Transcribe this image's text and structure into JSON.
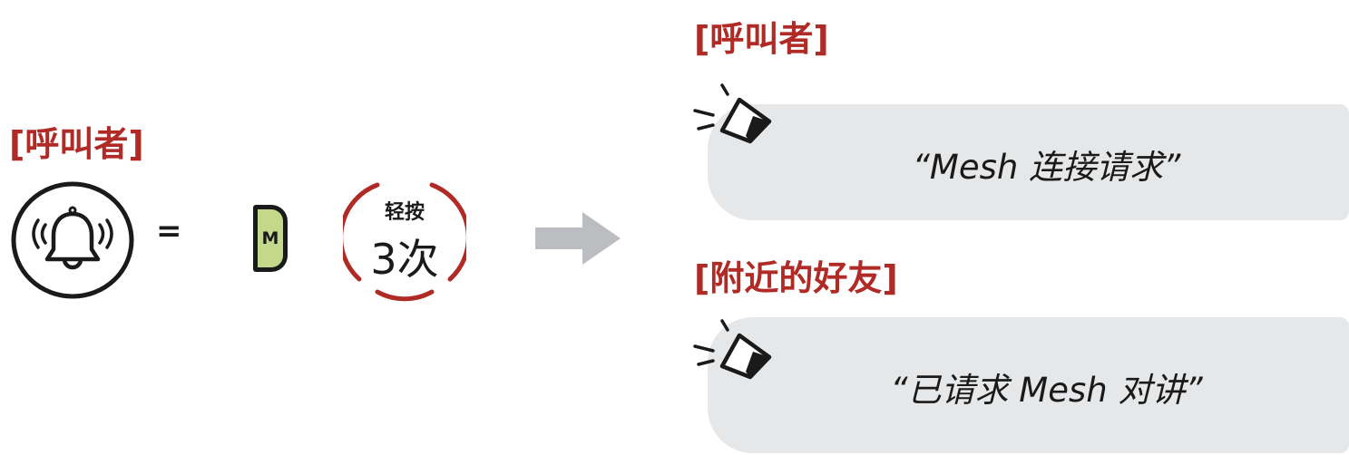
{
  "left": {
    "caller_label": "[呼叫者]",
    "equals": "=",
    "m_button_label": "M",
    "press_action": "轻按",
    "press_count": "3次"
  },
  "right": {
    "caller_label": "[呼叫者]",
    "caller_prompt": "“Mesh 连接请求”",
    "friends_label": "[附近的好友]",
    "friends_prompt": "“已请求 Mesh 对讲”"
  },
  "colors": {
    "accent_red": "#b02a26",
    "button_green": "#c3d88a",
    "bubble_gray": "#e6e7e8",
    "arrow_gray": "#bcbdc0"
  },
  "icons": [
    "bell-ringing-icon",
    "speaker-icon",
    "arrow-right-icon"
  ]
}
